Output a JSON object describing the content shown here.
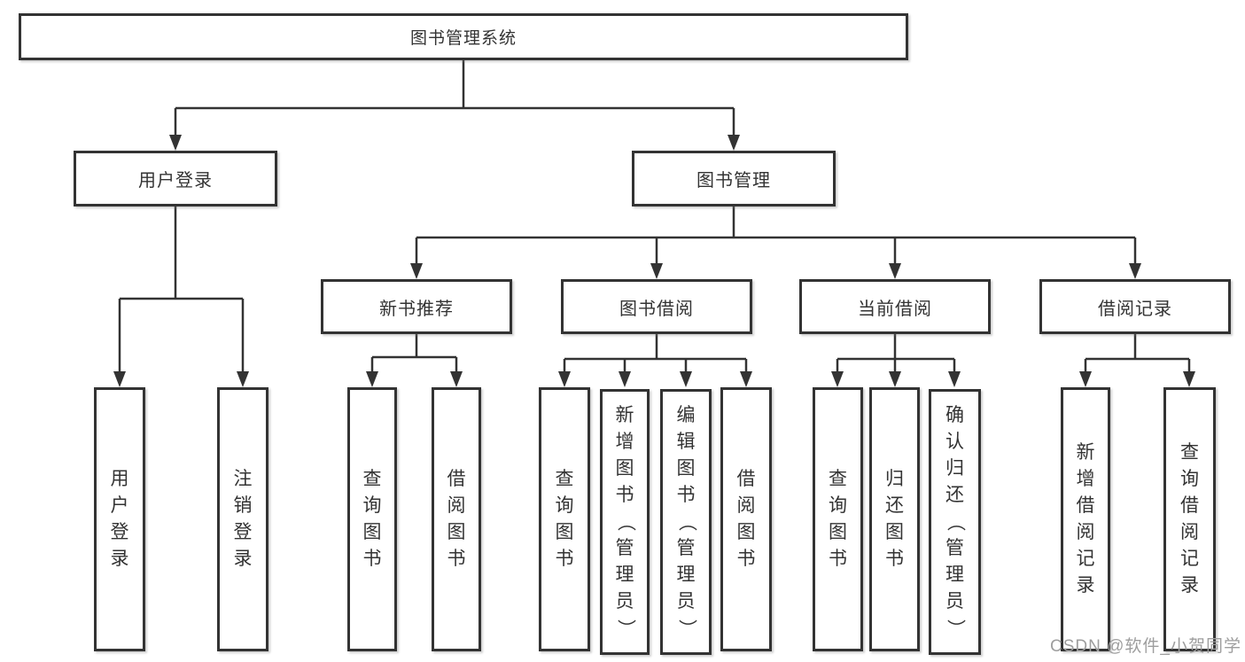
{
  "diagram": {
    "root_label": "图书管理系统",
    "level2": [
      {
        "label": "用户登录"
      },
      {
        "label": "图书管理"
      }
    ],
    "level3": [
      {
        "label": "新书推荐"
      },
      {
        "label": "图书借阅"
      },
      {
        "label": "当前借阅"
      },
      {
        "label": "借阅记录"
      }
    ],
    "leaves": {
      "user_login": [
        "用户登录",
        "注销登录"
      ],
      "new_books": [
        "查询图书",
        "借阅图书"
      ],
      "book_borrow": [
        "查询图书",
        "新增图书（管理员）",
        "编辑图书（管理员）",
        "借阅图书"
      ],
      "current_borrow": [
        "查询图书",
        "归还图书",
        "确认归还（管理员）"
      ],
      "borrow_records": [
        "新增借阅记录",
        "查询借阅记录"
      ]
    }
  },
  "watermark": "CSDN @软件_小贺同学",
  "colors": {
    "line": "#333333",
    "text": "#333333",
    "watermark": "#9e9e9e"
  }
}
